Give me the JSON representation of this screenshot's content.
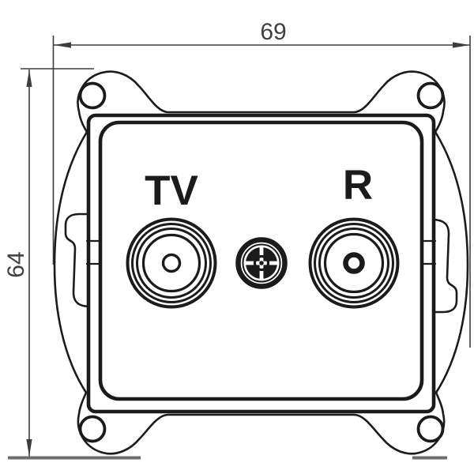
{
  "colors": {
    "ink": "#1b1b1b",
    "dim_line": "#3d3d3d",
    "dim_text": "#404040",
    "faint_line": "#6e6e6e",
    "bg": "#ffffff"
  },
  "dimensions": {
    "width_mm": "69",
    "height_mm": "64"
  },
  "ports": {
    "tv_label": "TV",
    "radio_label": "R"
  }
}
